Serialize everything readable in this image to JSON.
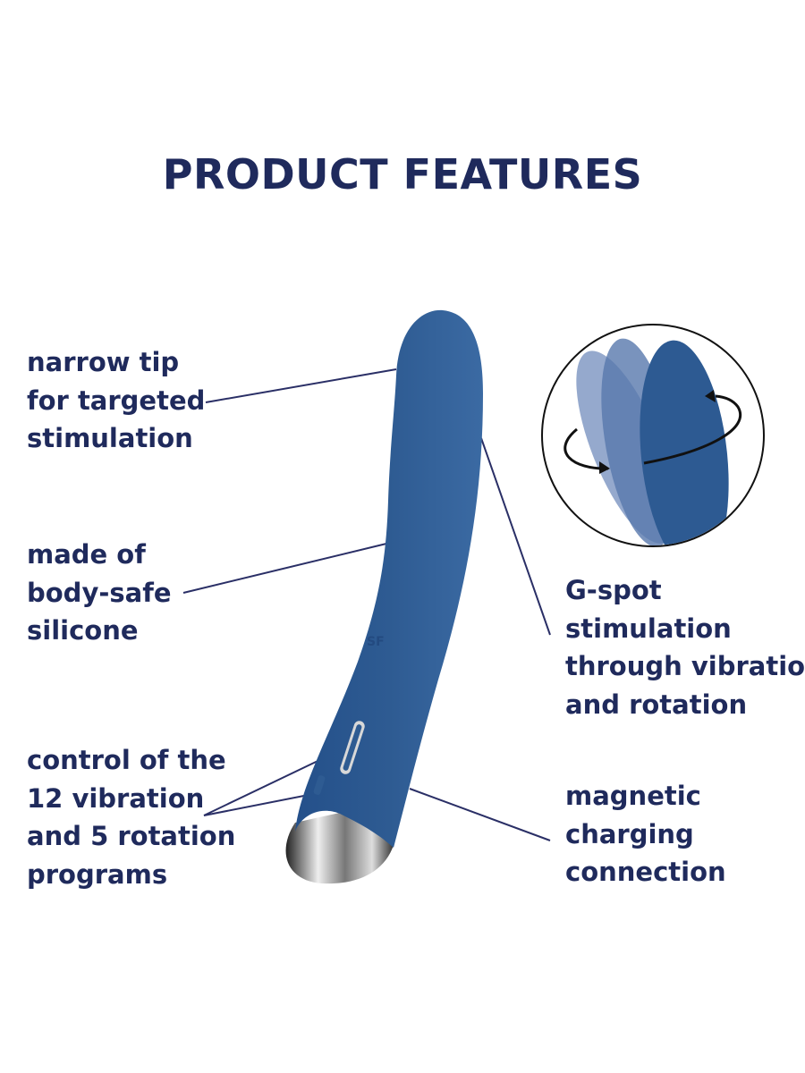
{
  "title": "PRODUCT FEATURES",
  "features": [
    {
      "lines": [
        "narrow tip",
        "for targeted",
        "stimulation"
      ]
    },
    {
      "lines": [
        "made of",
        "body-safe",
        "silicone"
      ]
    },
    {
      "lines": [
        "control of the",
        "12 vibration",
        "and 5 rotation",
        "programs"
      ]
    },
    {
      "lines": [
        "G-spot",
        "stimulation",
        "through vibration",
        "and rotation"
      ]
    },
    {
      "lines": [
        "magnetic",
        "charging",
        "connection"
      ]
    }
  ],
  "colors": {
    "text": "#1f2a5c",
    "product": "#2f5a8f",
    "leader_line": "#2a2f66"
  }
}
